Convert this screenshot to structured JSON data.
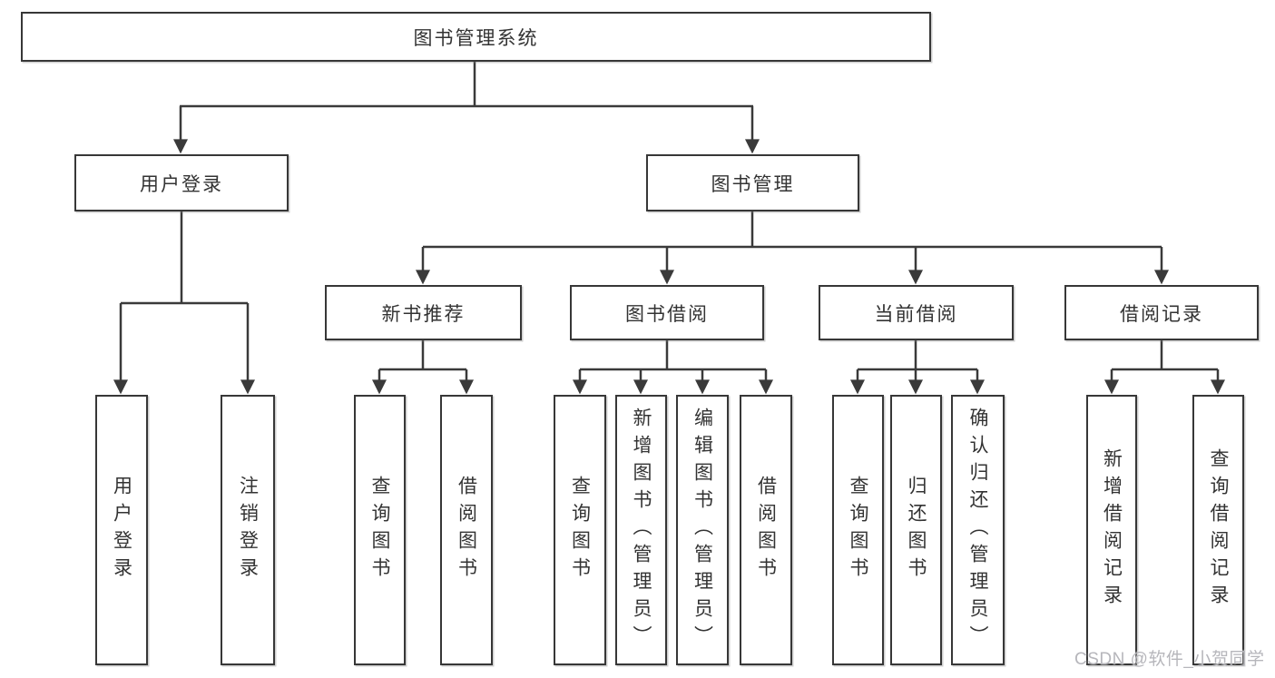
{
  "diagram": {
    "root": {
      "label": "图书管理系统"
    },
    "branches": [
      {
        "label": "用户登录",
        "children": [
          {
            "label": "用户登录"
          },
          {
            "label": "注销登录"
          }
        ]
      },
      {
        "label": "图书管理",
        "children": [
          {
            "label": "新书推荐",
            "children": [
              {
                "label": "查询图书"
              },
              {
                "label": "借阅图书"
              }
            ]
          },
          {
            "label": "图书借阅",
            "children": [
              {
                "label": "查询图书"
              },
              {
                "label": "新增图书（管理员）"
              },
              {
                "label": "编辑图书（管理员）"
              },
              {
                "label": "借阅图书"
              }
            ]
          },
          {
            "label": "当前借阅",
            "children": [
              {
                "label": "查询图书"
              },
              {
                "label": "归还图书"
              },
              {
                "label": "确认归还（管理员）"
              }
            ]
          },
          {
            "label": "借阅记录",
            "children": [
              {
                "label": "新增借阅记录"
              },
              {
                "label": "查询借阅记录"
              }
            ]
          }
        ]
      }
    ]
  },
  "watermark": {
    "text": "CSDN @软件_小贺同学"
  },
  "colors": {
    "line": "#3a3a3a",
    "box_border": "#373737",
    "box_fill": "#ffffff",
    "text": "#333333",
    "watermark": "#b6b6bb",
    "background": "#ffffff"
  }
}
